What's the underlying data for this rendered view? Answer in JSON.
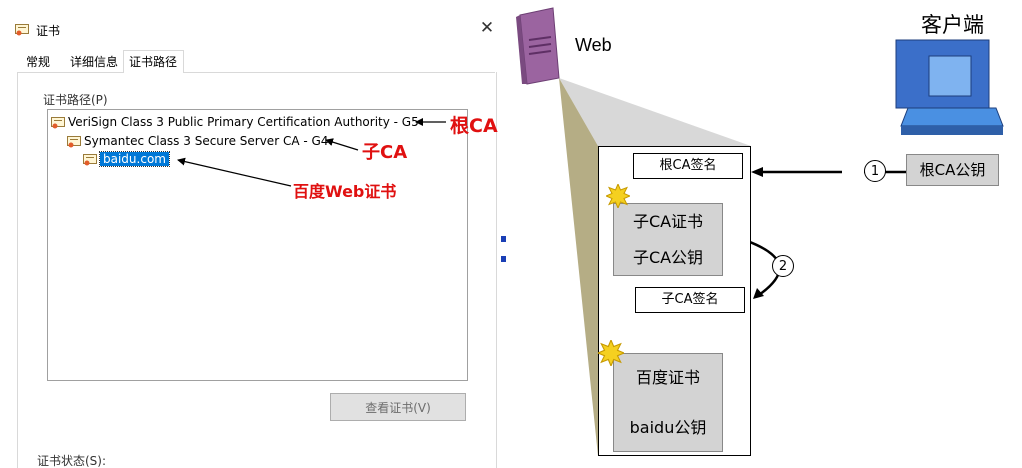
{
  "dialog": {
    "title": "证书",
    "close_symbol": "✕",
    "tabs": [
      "常规",
      "详细信息",
      "证书路径"
    ],
    "path_label": "证书路径(P)",
    "tree": {
      "root": "VeriSign Class 3 Public Primary Certification Authority - G5",
      "intermediate": "Symantec Class 3 Secure Server CA - G4",
      "leaf": "baidu.com"
    },
    "view_button": "查看证书(V)",
    "status_label": "证书状态(S):"
  },
  "annotations": {
    "root_ca": "根CA",
    "sub_ca": "子CA",
    "baidu_web_cert": "百度Web证书"
  },
  "diagram": {
    "web_label": "Web",
    "client_label": "客户端",
    "root_signature": "根CA签名",
    "sub_ca_cert": "子CA证书",
    "sub_ca_pubkey": "子CA公钥",
    "sub_signature": "子CA签名",
    "baidu_cert": "百度证书",
    "baidu_pubkey": "baidu公钥",
    "root_ca_pubkey": "根CA公钥",
    "step1": "1",
    "step2": "2"
  },
  "colors": {
    "annotation_red": "#e01010",
    "server_purple": "#9b64a0",
    "monitor_blue": "#4a90e2",
    "seal_yellow": "#f5d020",
    "gray_box": "#d3d3d3",
    "beam_gray": "#d8d8d8",
    "beam_khaki": "#b5ad85"
  },
  "icons": [
    "certificate-icon",
    "server-icon",
    "computer-icon",
    "seal-icon"
  ]
}
